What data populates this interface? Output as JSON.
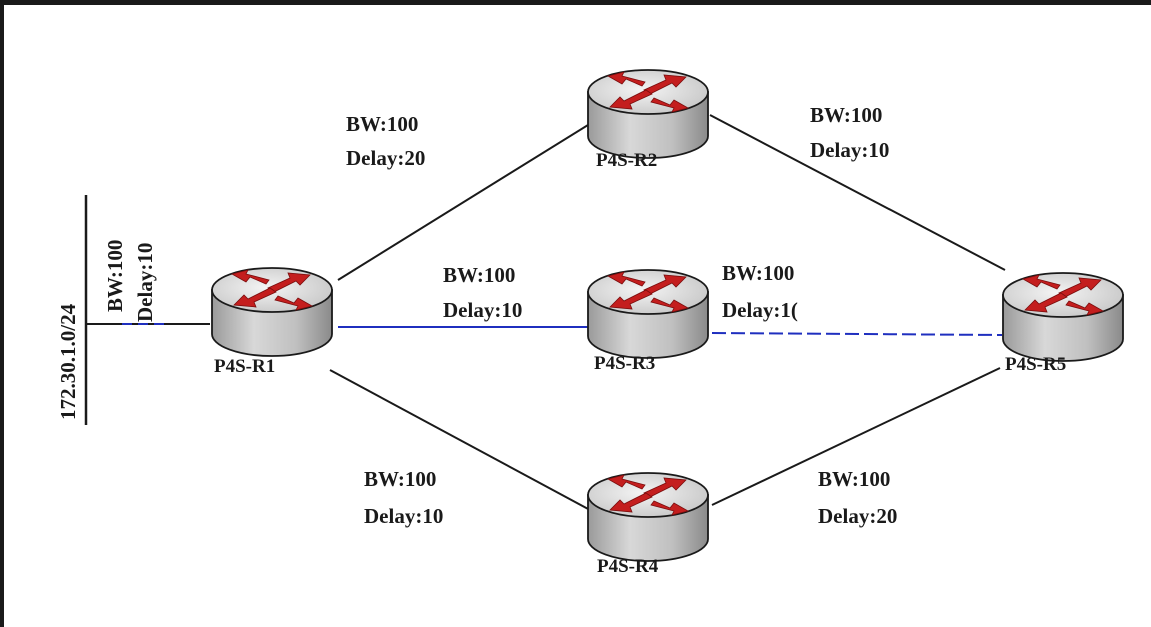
{
  "network": {
    "label": "172.30.1.0/24"
  },
  "routers": [
    {
      "id": "r1",
      "name": "P4S-R1"
    },
    {
      "id": "r2",
      "name": "P4S-R2"
    },
    {
      "id": "r3",
      "name": "P4S-R3"
    },
    {
      "id": "r4",
      "name": "P4S-R4"
    },
    {
      "id": "r5",
      "name": "P4S-R5"
    }
  ],
  "links": [
    {
      "id": "net-r1",
      "from": "network",
      "to": "P4S-R1",
      "bw": "BW:100",
      "delay": "Delay:10"
    },
    {
      "id": "r1-r2",
      "from": "P4S-R1",
      "to": "P4S-R2",
      "bw": "BW:100",
      "delay": "Delay:20"
    },
    {
      "id": "r1-r3",
      "from": "P4S-R1",
      "to": "P4S-R3",
      "bw": "BW:100",
      "delay": "Delay:10"
    },
    {
      "id": "r1-r4",
      "from": "P4S-R1",
      "to": "P4S-R4",
      "bw": "BW:100",
      "delay": "Delay:10"
    },
    {
      "id": "r2-r5",
      "from": "P4S-R2",
      "to": "P4S-R5",
      "bw": "BW:100",
      "delay": "Delay:10"
    },
    {
      "id": "r3-r5",
      "from": "P4S-R3",
      "to": "P4S-R5",
      "bw": "BW:100",
      "delay": "Delay:1("
    },
    {
      "id": "r4-r5",
      "from": "P4S-R4",
      "to": "P4S-R5",
      "bw": "BW:100",
      "delay": "Delay:20"
    }
  ],
  "colors": {
    "router_body": "#c4c4c4",
    "router_top": "#e6e6e6",
    "arrow": "#c41e1e",
    "link": "#1a1a1a",
    "highlight_link": "#1f2fbf"
  },
  "icons": {
    "router": "router-icon"
  }
}
